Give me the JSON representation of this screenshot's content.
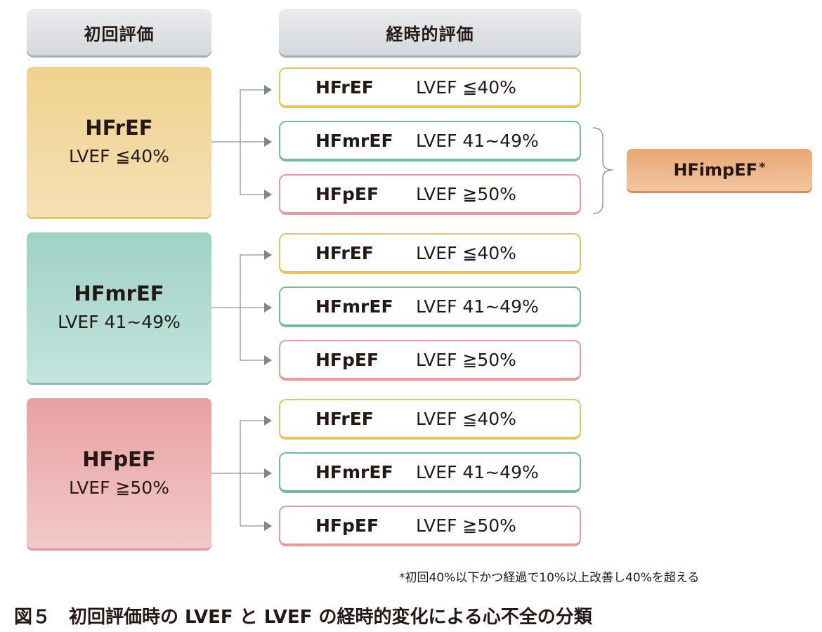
{
  "headers": {
    "initial": "初回評価",
    "followup": "経時的評価"
  },
  "colors": {
    "hfref": "#e8c35f",
    "hfmref": "#6fbba6",
    "hfpef": "#e69a9c",
    "hfimpef": "#e8a772",
    "connector": "#8a969f"
  },
  "groups": [
    {
      "initial": {
        "name": "HFrEF",
        "range": "LVEF ≦40%"
      },
      "followup": [
        {
          "name": "HFrEF",
          "range": "LVEF ≦40%"
        },
        {
          "name": "HFmrEF",
          "range": "LVEF 41~49%"
        },
        {
          "name": "HFpEF",
          "range": "LVEF ≧50%"
        }
      ]
    },
    {
      "initial": {
        "name": "HFmrEF",
        "range": "LVEF 41~49%"
      },
      "followup": [
        {
          "name": "HFrEF",
          "range": "LVEF ≦40%"
        },
        {
          "name": "HFmrEF",
          "range": "LVEF 41~49%"
        },
        {
          "name": "HFpEF",
          "range": "LVEF ≧50%"
        }
      ]
    },
    {
      "initial": {
        "name": "HFpEF",
        "range": "LVEF ≧50%"
      },
      "followup": [
        {
          "name": "HFrEF",
          "range": "LVEF ≦40%"
        },
        {
          "name": "HFmrEF",
          "range": "LVEF 41~49%"
        },
        {
          "name": "HFpEF",
          "range": "LVEF ≧50%"
        }
      ]
    }
  ],
  "improved": {
    "name": "HFimpEF",
    "marker": "*"
  },
  "footnote": "*初回40%以下かつ経過で10%以上改善し40%を超える",
  "caption": "図５　初回評価時の LVEF と LVEF の経時的変化による心不全の分類"
}
